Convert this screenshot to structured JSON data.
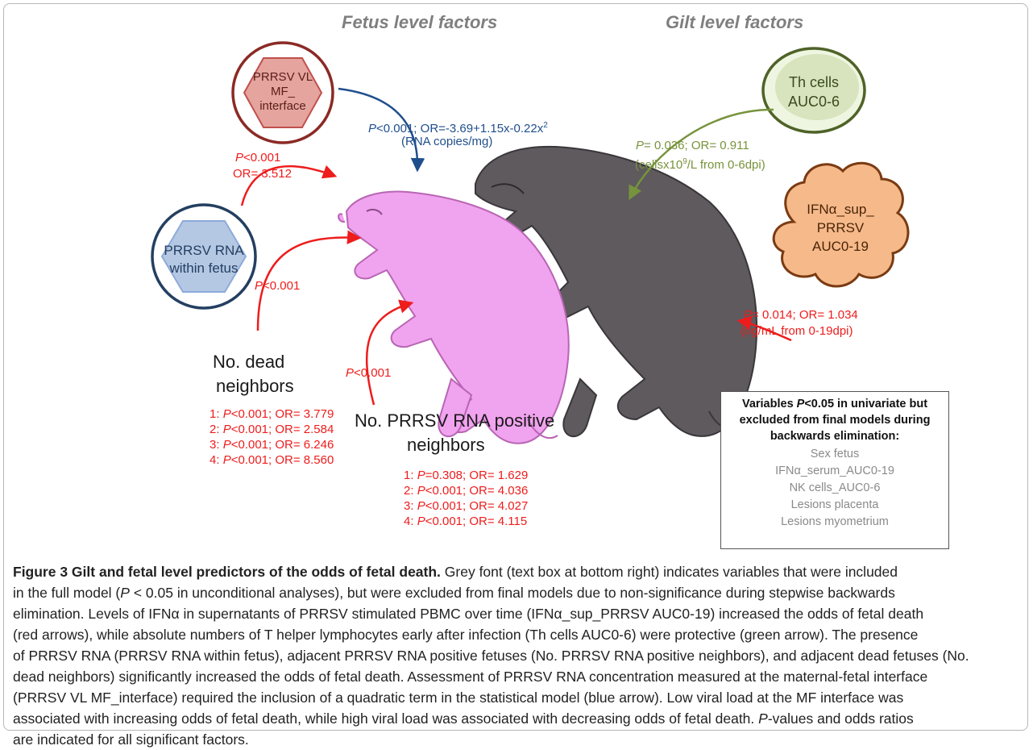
{
  "headers": {
    "fetus": "Fetus level factors",
    "gilt": "Gilt level factors"
  },
  "nodes": {
    "vl": [
      "PRRSV VL",
      "MF_",
      "interface"
    ],
    "rna": [
      "PRRSV RNA",
      "within fetus"
    ],
    "th": [
      "Th cells",
      "AUC0-6"
    ],
    "ifn": [
      "IFNα_sup_",
      "PRRSV",
      "AUC0-19"
    ]
  },
  "stats": {
    "vl_line1_p": "P",
    "vl_line1_rest": "<0.001; OR=-3.69+1.15x-0.22x",
    "vl_line1_sup": "2",
    "vl_line2": "(RNA copies/mg)",
    "rna_p": "P",
    "rna_line1": "<0.001",
    "rna_line2": "OR= 3.512",
    "th_p": "P",
    "th_line1": "= 0.036; OR= 0.911",
    "th_line2_a": "(cellsx10",
    "th_line2_sup": "9",
    "th_line2_b": "/L from 0-6dpi)",
    "ifn_p": "P",
    "ifn_line1": "= 0.014; OR= 1.034",
    "ifn_line2": "(ng/mL from 0-19dpi)",
    "dead_p": "P",
    "dead_arrow": "<0.001",
    "pos_p": "P",
    "pos_arrow": "<0.001"
  },
  "dead_neighbors": {
    "label_1": "No. dead",
    "label_2": "neighbors",
    "rows": [
      {
        "n": "1: ",
        "p": "P",
        "rest": "<0.001; OR= 3.779"
      },
      {
        "n": "2: ",
        "p": "P",
        "rest": "<0.001; OR= 2.584"
      },
      {
        "n": "3: ",
        "p": "P",
        "rest": "<0.001; OR= 6.246"
      },
      {
        "n": "4: ",
        "p": "P",
        "rest": "<0.001; OR= 8.560"
      }
    ]
  },
  "positive_neighbors": {
    "label_1": "No. PRRSV RNA positive",
    "label_2": "neighbors",
    "rows": [
      {
        "n": "1: ",
        "p": "P",
        "rest": "=0.308; OR= 1.629"
      },
      {
        "n": "2: ",
        "p": "P",
        "rest": "<0.001; OR= 4.036"
      },
      {
        "n": "3: ",
        "p": "P",
        "rest": "<0.001; OR= 4.027"
      },
      {
        "n": "4: ",
        "p": "P",
        "rest": "<0.001; OR= 4.115"
      }
    ]
  },
  "excluded": {
    "title_1": "Variables ",
    "title_p": "P",
    "title_2": "<0.05 in univariate but",
    "title_3": "excluded from final models during",
    "title_4": "backwards elimination:",
    "items": [
      "Sex fetus",
      "IFNα_serum_AUC0-19",
      "NK cells_AUC0-6",
      "Lesions placenta",
      "Lesions myometrium"
    ]
  },
  "caption": {
    "title": "Figure 3 Gilt and fetal level predictors of the odds of fetal death.",
    "lines": [
      " Grey font (text box at bottom right) indicates variables that were included",
      "in the full model (",
      " < 0.05 in unconditional analyses), but were excluded from final models due to non-significance during stepwise backwards",
      "elimination. Levels of IFNα in supernatants of PRRSV stimulated PBMC over time (IFNα_sup_PRRSV AUC0-19) increased the odds of fetal death",
      "(red arrows), while absolute numbers of T helper lymphocytes early after infection (Th cells AUC0-6) were protective (green arrow). The presence",
      "of PRRSV RNA (PRRSV RNA within fetus), adjacent PRRSV RNA positive fetuses (No. PRRSV RNA positive neighbors), and adjacent dead fetuses (No.",
      "dead neighbors) significantly increased the odds of fetal death. Assessment of PRRSV RNA concentration measured at the maternal-fetal interface",
      "(PRRSV VL MF_interface) required the inclusion of a quadratic term in the statistical model (blue arrow). Low viral load at the MF interface was",
      "associated with increasing odds of fetal death, while high viral load was associated with decreasing odds of fetal death. ",
      "-values and odds ratios",
      "are indicated for all significant factors."
    ],
    "p": "P"
  },
  "colors": {
    "red": "#ee1c1c",
    "blue": "#1f4e8c",
    "green": "#77933c",
    "pink_pig": "#f0a3ee",
    "grey_pig": "#5e5a5e"
  }
}
